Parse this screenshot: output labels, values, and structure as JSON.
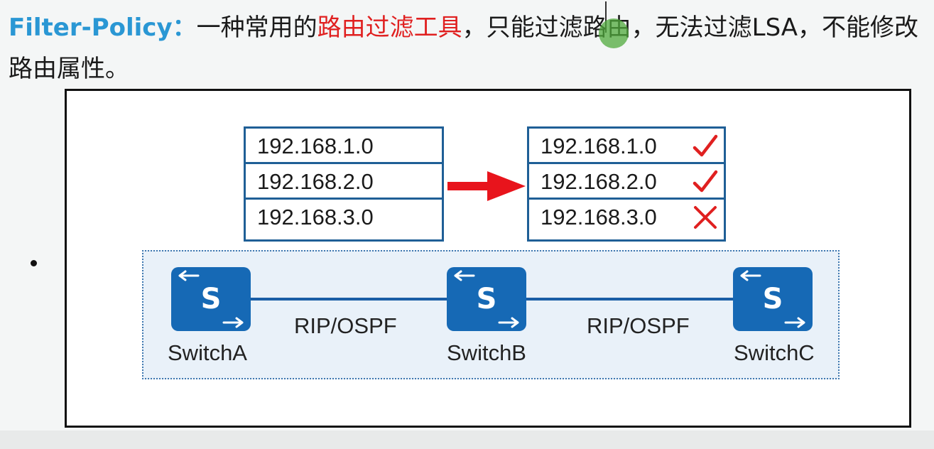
{
  "headline": {
    "term": "Filter-Policy：",
    "text1": "一种常用的",
    "highlight": "路由过滤工具",
    "text2": "，只能过滤路由，无法过滤LSA，不能修改路由属性。"
  },
  "colors": {
    "term": "#2a97d4",
    "highlight": "#e02020",
    "table_border": "#1f5f96",
    "switch_blue": "#1669b5",
    "check_red": "#e02020"
  },
  "diagram": {
    "before_routes": [
      "192.168.1.0",
      "192.168.2.0",
      "192.168.3.0"
    ],
    "after_routes": [
      {
        "route": "192.168.1.0",
        "status": "permit",
        "icon": "check-icon"
      },
      {
        "route": "192.168.2.0",
        "status": "permit",
        "icon": "check-icon"
      },
      {
        "route": "192.168.3.0",
        "status": "deny",
        "icon": "cross-icon"
      }
    ],
    "switches": [
      "SwitchA",
      "SwitchB",
      "SwitchC"
    ],
    "switch_glyph": "S",
    "links": [
      "RIP/OSPF",
      "RIP/OSPF"
    ]
  }
}
